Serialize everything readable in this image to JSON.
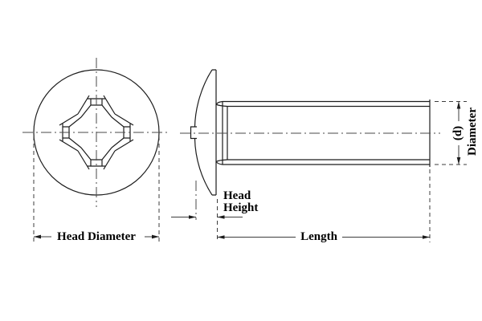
{
  "labels": {
    "head_diameter": "Head Diameter",
    "head_height": {
      "line1": "Head",
      "line2": "Height"
    },
    "length": "Length",
    "shank_diameter": {
      "symbol": "(d)",
      "word": "Diameter"
    }
  },
  "colors": {
    "object_line": "#1c1c1c",
    "dim_line": "#3d3d3d",
    "background": "#ffffff",
    "text": "#000000"
  }
}
